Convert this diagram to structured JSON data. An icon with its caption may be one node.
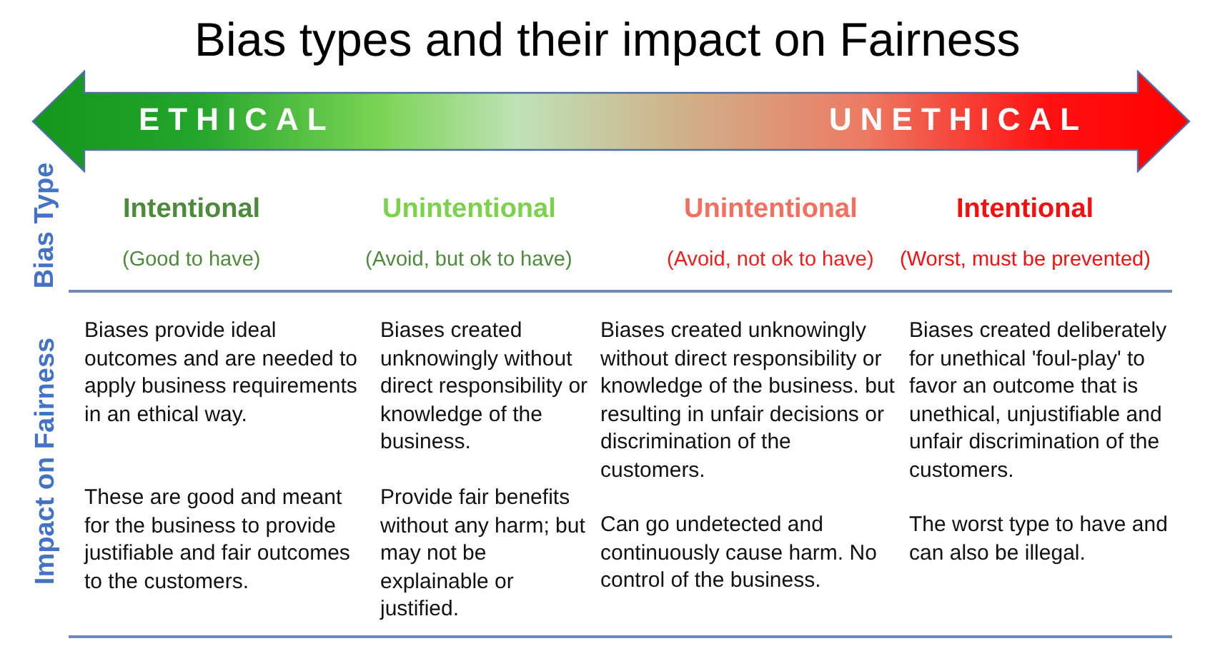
{
  "diagram": {
    "title": "Bias types and their impact on Fairness",
    "nodes": [
      {
        "text": [
          "ETHICAL",
          "UNETHICAL"
        ]
      }
    ],
    "labels": [
      "Bias Type",
      "Intentional",
      "Unintentional",
      "Unintentional",
      "Intentional",
      "(Good to have)",
      "(Avoid, but ok to have)",
      "(Avoid, not ok to have)",
      "(Worst, must be prevented)",
      "Impact on Fairness",
      "Biases provide ideal outcomes and are needed to apply business requirements in an ethical way.",
      "Biases created unknowingly without direct responsibility or knowledge of the business.",
      "Biases created unknowingly without direct responsibility or knowledge of the business. but resulting in unfair decisions or discrimination of the customers.",
      "Biases created deliberately for unethical 'foul-play' to favor an outcome that is unethical, unjustifiable and unfair discrimination of the customers.",
      "These are good and meant for the business to provide justifiable and fair outcomes to the customers.",
      "Provide fair benefits without any harm; but may not be explainable or justified.",
      "Can go undetected and continuously cause harm. No control of the business.",
      "The worst type to have and can also be illegal."
    ]
  }
}
